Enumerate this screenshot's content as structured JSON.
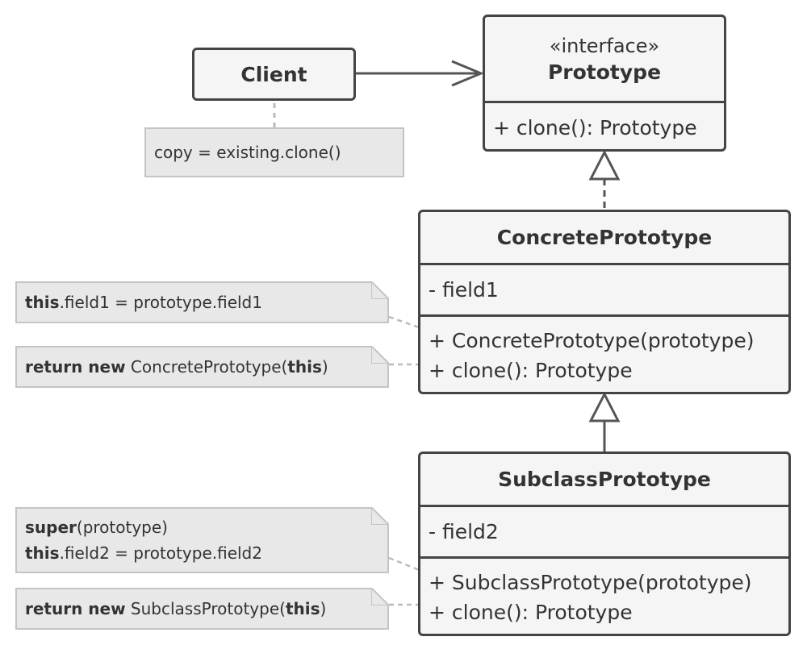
{
  "client": {
    "label": "Client"
  },
  "prototype": {
    "stereotype": "«interface»",
    "name": "Prototype",
    "method": "+ clone(): Prototype"
  },
  "concrete": {
    "name": "ConcretePrototype",
    "field": "- field1",
    "ctor": "+ ConcretePrototype(prototype)",
    "method": "+ clone(): Prototype"
  },
  "subclass": {
    "name": "SubclassPrototype",
    "field": "- field2",
    "ctor": "+ SubclassPrototype(prototype)",
    "method": "+ clone(): Prototype"
  },
  "notes": {
    "client": "copy = existing.clone()",
    "concrete_ctor": {
      "kw": "this",
      "rest": ".field1 = prototype.field1"
    },
    "concrete_clone": {
      "kw1": "return new",
      "mid": " ConcretePrototype(",
      "kw2": "this",
      "end": ")"
    },
    "subclass_ctor_1": {
      "kw": "super",
      "rest": "(prototype)"
    },
    "subclass_ctor_2": {
      "kw": "this",
      "rest": ".field2 = prototype.field2"
    },
    "subclass_clone": {
      "kw1": "return new",
      "mid": " SubclassPrototype(",
      "kw2": "this",
      "end": ")"
    }
  },
  "colors": {
    "border": "#444444",
    "fill": "#f5f5f5",
    "note_fill": "#e8e8e8",
    "note_border": "#c4c4c4"
  }
}
